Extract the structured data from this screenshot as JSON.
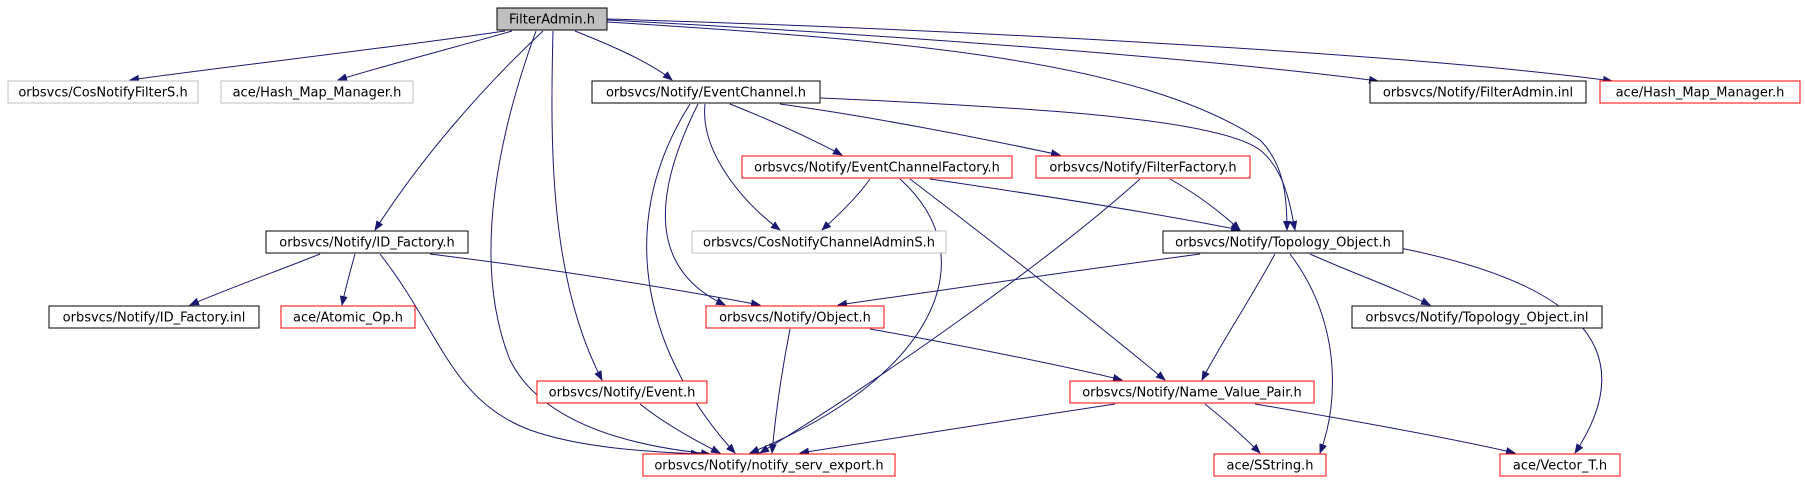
{
  "diagram": {
    "nodes": [
      {
        "id": "filteradmin_h",
        "label": "FilterAdmin.h",
        "style": "root"
      },
      {
        "id": "cosnotifyfilters_h",
        "label": "orbsvcs/CosNotifyFilterS.h",
        "style": "external"
      },
      {
        "id": "hash_map_manager_gray",
        "label": "ace/Hash_Map_Manager.h",
        "style": "external"
      },
      {
        "id": "eventchannel_h",
        "label": "orbsvcs/Notify/EventChannel.h",
        "style": "documented"
      },
      {
        "id": "filteradmin_inl",
        "label": "orbsvcs/Notify/FilterAdmin.inl",
        "style": "documented"
      },
      {
        "id": "hash_map_manager_red",
        "label": "ace/Hash_Map_Manager.h",
        "style": "truncated"
      },
      {
        "id": "eventchannelfactory_h",
        "label": "orbsvcs/Notify/EventChannelFactory.h",
        "style": "truncated"
      },
      {
        "id": "filterfactory_h",
        "label": "orbsvcs/Notify/FilterFactory.h",
        "style": "truncated"
      },
      {
        "id": "id_factory_h",
        "label": "orbsvcs/Notify/ID_Factory.h",
        "style": "documented"
      },
      {
        "id": "cosnotifychanneladmins_h",
        "label": "orbsvcs/CosNotifyChannelAdminS.h",
        "style": "external"
      },
      {
        "id": "topology_object_h",
        "label": "orbsvcs/Notify/Topology_Object.h",
        "style": "documented"
      },
      {
        "id": "id_factory_inl",
        "label": "orbsvcs/Notify/ID_Factory.inl",
        "style": "documented"
      },
      {
        "id": "atomic_op_h",
        "label": "ace/Atomic_Op.h",
        "style": "truncated"
      },
      {
        "id": "object_h",
        "label": "orbsvcs/Notify/Object.h",
        "style": "truncated"
      },
      {
        "id": "topology_object_inl",
        "label": "orbsvcs/Notify/Topology_Object.inl",
        "style": "documented"
      },
      {
        "id": "event_h",
        "label": "orbsvcs/Notify/Event.h",
        "style": "truncated"
      },
      {
        "id": "name_value_pair_h",
        "label": "orbsvcs/Notify/Name_Value_Pair.h",
        "style": "truncated"
      },
      {
        "id": "notify_serv_export_h",
        "label": "orbsvcs/Notify/notify_serv_export.h",
        "style": "truncated"
      },
      {
        "id": "sstring_h",
        "label": "ace/SString.h",
        "style": "truncated"
      },
      {
        "id": "vector_t_h",
        "label": "ace/Vector_T.h",
        "style": "truncated"
      }
    ],
    "edges": [
      [
        "filteradmin_h",
        "cosnotifyfilters_h"
      ],
      [
        "filteradmin_h",
        "hash_map_manager_gray"
      ],
      [
        "filteradmin_h",
        "eventchannel_h"
      ],
      [
        "filteradmin_h",
        "filteradmin_inl"
      ],
      [
        "filteradmin_h",
        "hash_map_manager_red"
      ],
      [
        "filteradmin_h",
        "id_factory_h"
      ],
      [
        "filteradmin_h",
        "topology_object_h"
      ],
      [
        "filteradmin_h",
        "event_h"
      ],
      [
        "filteradmin_h",
        "notify_serv_export_h"
      ],
      [
        "eventchannel_h",
        "eventchannelfactory_h"
      ],
      [
        "eventchannel_h",
        "filterfactory_h"
      ],
      [
        "eventchannel_h",
        "cosnotifychanneladmins_h"
      ],
      [
        "eventchannel_h",
        "topology_object_h"
      ],
      [
        "eventchannel_h",
        "object_h"
      ],
      [
        "eventchannel_h",
        "notify_serv_export_h"
      ],
      [
        "eventchannelfactory_h",
        "cosnotifychanneladmins_h"
      ],
      [
        "eventchannelfactory_h",
        "topology_object_h"
      ],
      [
        "eventchannelfactory_h",
        "name_value_pair_h"
      ],
      [
        "eventchannelfactory_h",
        "notify_serv_export_h"
      ],
      [
        "filterfactory_h",
        "topology_object_h"
      ],
      [
        "filterfactory_h",
        "notify_serv_export_h"
      ],
      [
        "id_factory_h",
        "id_factory_inl"
      ],
      [
        "id_factory_h",
        "atomic_op_h"
      ],
      [
        "id_factory_h",
        "object_h"
      ],
      [
        "id_factory_h",
        "notify_serv_export_h"
      ],
      [
        "topology_object_h",
        "object_h"
      ],
      [
        "topology_object_h",
        "topology_object_inl"
      ],
      [
        "topology_object_h",
        "name_value_pair_h"
      ],
      [
        "topology_object_h",
        "sstring_h"
      ],
      [
        "topology_object_h",
        "vector_t_h"
      ],
      [
        "object_h",
        "name_value_pair_h"
      ],
      [
        "object_h",
        "notify_serv_export_h"
      ],
      [
        "event_h",
        "notify_serv_export_h"
      ],
      [
        "name_value_pair_h",
        "notify_serv_export_h"
      ],
      [
        "name_value_pair_h",
        "sstring_h"
      ],
      [
        "name_value_pair_h",
        "vector_t_h"
      ]
    ],
    "colors": {
      "edge": "#191970",
      "root_fill": "#bfbfbf",
      "documented_border": "#000000",
      "truncated_border": "#ff0000",
      "external_border": "#bfbfbf",
      "text": "#000000"
    }
  }
}
